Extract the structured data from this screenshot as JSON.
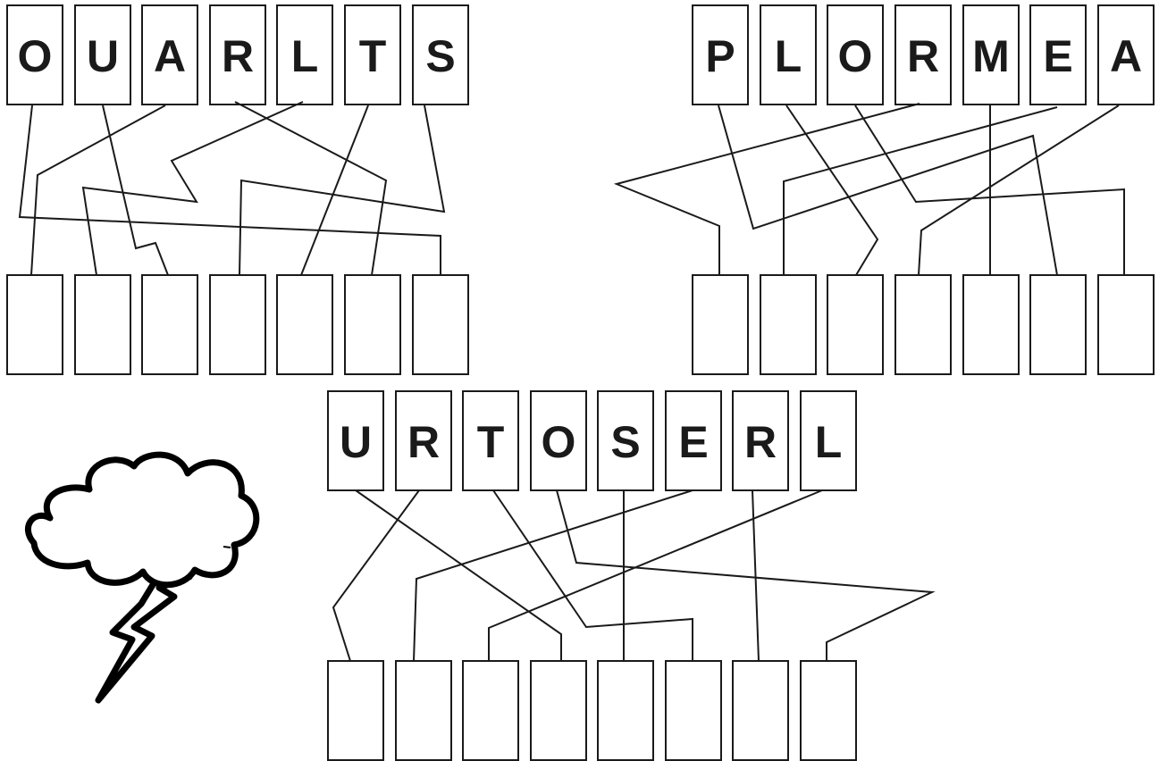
{
  "puzzles": [
    {
      "letters": [
        "O",
        "U",
        "A",
        "R",
        "L",
        "T",
        "S"
      ],
      "answer_boxes": 7
    },
    {
      "letters": [
        "P",
        "L",
        "O",
        "R",
        "M",
        "E",
        "A"
      ],
      "answer_boxes": 7
    },
    {
      "letters": [
        "U",
        "R",
        "T",
        "O",
        "S",
        "E",
        "R",
        "L"
      ],
      "answer_boxes": 8
    }
  ],
  "icons": {
    "weather": "storm-cloud-lightning-icon"
  }
}
